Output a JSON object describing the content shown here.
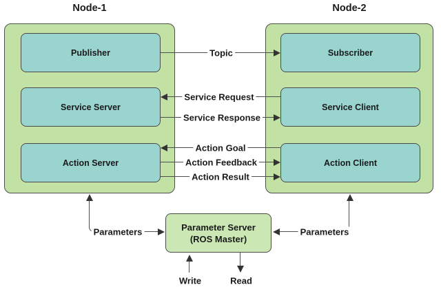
{
  "colors": {
    "background": "#ffffff",
    "node_fill": "#c1e2a4",
    "component_fill": "#99d4cf",
    "parameter_server_fill": "#cbe8b4",
    "border": "#4d4d4d",
    "arrow": "#333333",
    "text": "#1a1a1a"
  },
  "node1": {
    "title": "Node-1",
    "components": [
      "Publisher",
      "Service Server",
      "Action Server"
    ]
  },
  "node2": {
    "title": "Node-2",
    "components": [
      "Subscriber",
      "Service Client",
      "Action Client"
    ]
  },
  "flows": [
    {
      "label": "Topic",
      "from": "Publisher",
      "to": "Subscriber"
    },
    {
      "label": "Service Request",
      "from": "Service Client",
      "to": "Service Server"
    },
    {
      "label": "Service Response",
      "from": "Service Server",
      "to": "Service Client"
    },
    {
      "label": "Action Goal",
      "from": "Action Client",
      "to": "Action Server"
    },
    {
      "label": "Action Feedback",
      "from": "Action Server",
      "to": "Action Client"
    },
    {
      "label": "Action Result",
      "from": "Action Server",
      "to": "Action Client"
    }
  ],
  "parameter_edges": {
    "left_label": "Parameters",
    "right_label": "Parameters",
    "write_label": "Write",
    "read_label": "Read"
  },
  "parameter_server": {
    "line1": "Parameter Server",
    "line2": "(ROS Master)"
  }
}
